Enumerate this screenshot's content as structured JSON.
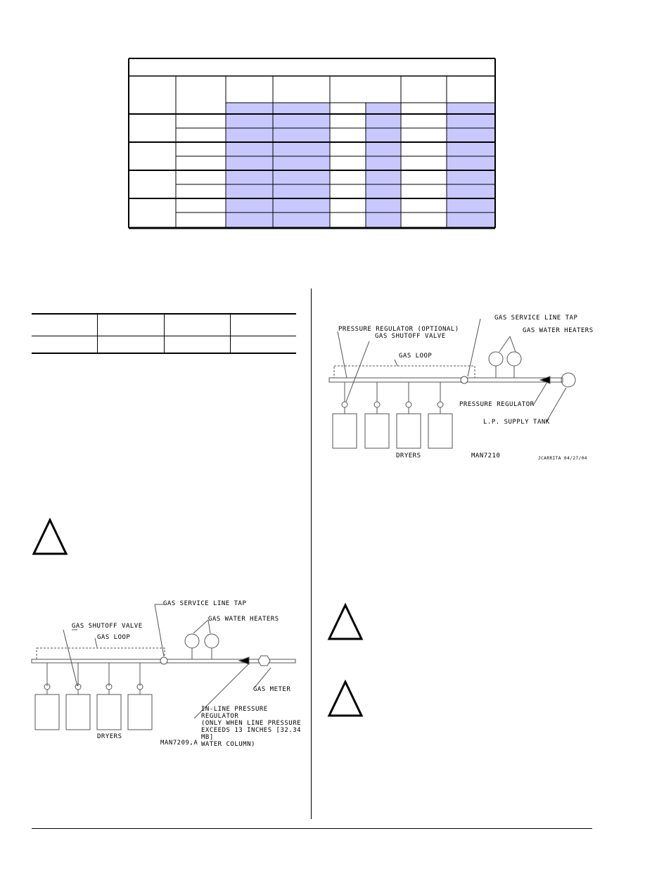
{
  "spec_table": {
    "title": "",
    "shade_color": "#C8C8FF",
    "group_count": 4
  },
  "pipe_table": {
    "headers": [
      "",
      "",
      "",
      ""
    ],
    "values": [
      "",
      "",
      "",
      ""
    ]
  },
  "figure_natural_gas": {
    "labels": {
      "service_tap": "GAS SERVICE LINE TAP",
      "shutoff_valve": "GAS SHUTOFF VALVE",
      "water_heaters": "GAS WATER HEATERS",
      "gas_loop": "GAS LOOP",
      "gas_meter": "GAS METER",
      "regulator_line1": "IN-LINE PRESSURE REGULATOR",
      "regulator_line2": "(ONLY WHEN LINE PRESSURE",
      "regulator_line3": "EXCEEDS 13 INCHES [32.34 MB]",
      "regulator_line4": "WATER COLUMN)",
      "dryers": "DRYERS",
      "code": "MAN7209,A"
    }
  },
  "figure_lp_gas": {
    "labels": {
      "service_tap": "GAS SERVICE LINE TAP",
      "pressure_regulator_optional": "PRESSURE REGULATOR (OPTIONAL)",
      "water_heaters": "GAS WATER HEATERS",
      "shutoff_valve": "GAS SHUTOFF VALVE",
      "gas_loop": "GAS LOOP",
      "pressure_regulator": "PRESSURE REGULATOR",
      "supply_tank": "L.P. SUPPLY TANK",
      "dryers": "DRYERS",
      "code": "MAN7210",
      "stamp": "JCARRITA 04/27/04"
    }
  },
  "warnings": {
    "left_icon": "warning-triangle-icon",
    "right_icon_1": "warning-triangle-icon",
    "right_icon_2": "warning-triangle-icon"
  }
}
